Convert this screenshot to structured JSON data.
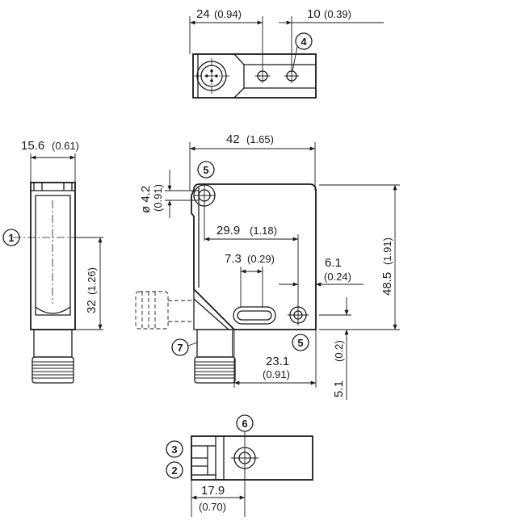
{
  "dimensions": {
    "top_width_main": "24",
    "top_width_main_in": "(0.94)",
    "top_width_secondary": "10",
    "top_width_secondary_in": "(0.39)",
    "side_width": "15.6",
    "side_width_in": "(0.61)",
    "side_height": "32",
    "side_height_in": "(1.26)",
    "front_width": "42",
    "front_width_in": "(1.65)",
    "hole_diameter": "ø 4.2",
    "hole_diameter_in": "(0.91)",
    "hole_spacing": "29.9",
    "hole_spacing_in": "(1.18)",
    "slot_width": "7.3",
    "slot_width_in": "(0.29)",
    "edge_offset": "6.1",
    "edge_offset_in": "(0.24)",
    "front_height": "48.5",
    "front_height_in": "(1.91)",
    "bottom_offset": "23.1",
    "bottom_offset_in": "(0.91)",
    "bottom_step": "5.1",
    "bottom_step_in": "(0.2)",
    "bottom_view_width": "17.9",
    "bottom_view_width_in": "(0.70)"
  },
  "callouts": {
    "c1": "1",
    "c2": "2",
    "c3": "3",
    "c4": "4",
    "c5a": "5",
    "c5b": "5",
    "c6": "6",
    "c7": "7"
  }
}
